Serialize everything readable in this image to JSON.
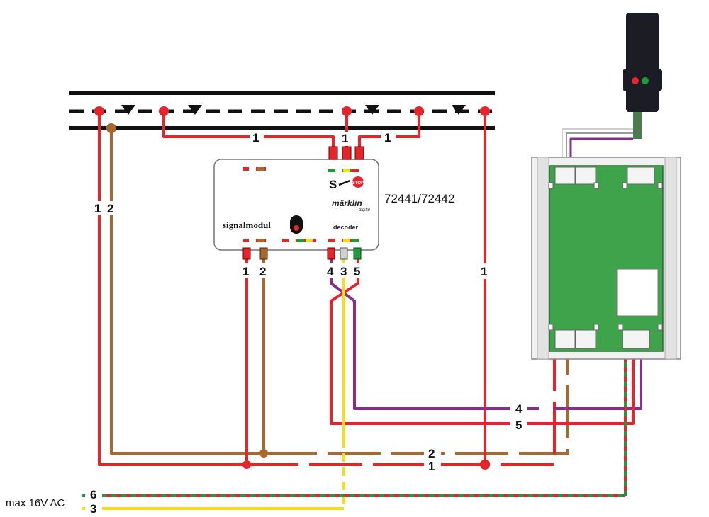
{
  "module": {
    "article_number": "72441/72442",
    "name": "signalmodul",
    "decoder_label": "decoder",
    "brand": "märklin",
    "brand_sub": "digital",
    "switch_label": "S",
    "stop_label": "STOP"
  },
  "terminals": {
    "top": [
      "1",
      "1",
      "1"
    ],
    "bottom_left": [
      "1",
      "2"
    ],
    "bottom_right": [
      "4",
      "3",
      "5"
    ]
  },
  "wire_labels": {
    "left_1": "1",
    "left_2": "2",
    "track_link_left": "1",
    "track_link_right": "1",
    "right_vertical_1": "1",
    "bus_4": "4",
    "bus_5": "5",
    "bus_2": "2",
    "bus_1": "1"
  },
  "power": {
    "label": "max 16V AC",
    "line_6": "6",
    "line_3": "3"
  },
  "colors": {
    "red": "#e5242b",
    "brown": "#a8672b",
    "yellow": "#f4dd1e",
    "violet": "#8a2e8c",
    "green": "#1f9a3c",
    "board_green": "#3ea34a",
    "rail": "#111111"
  },
  "icons": [
    "signal-lamp-icon",
    "red-led-icon",
    "stop-sign-icon",
    "switch-icon",
    "insulation-triangle-icon"
  ]
}
